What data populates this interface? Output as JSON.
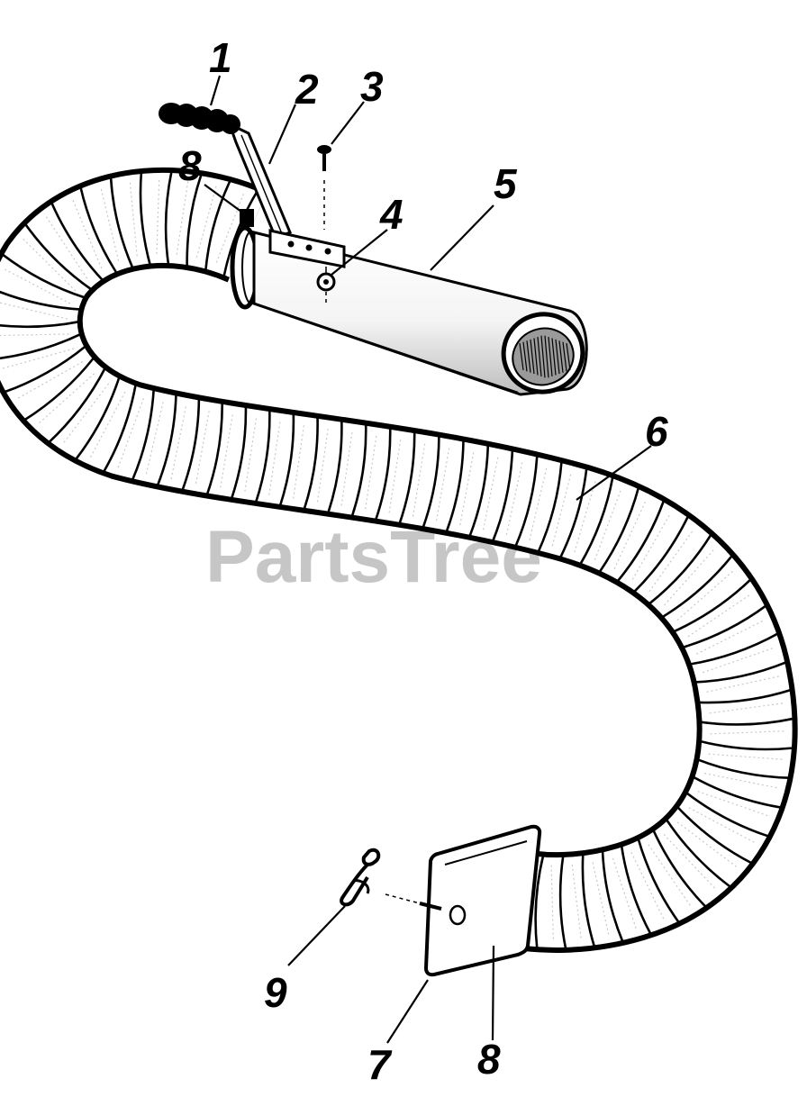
{
  "diagram": {
    "watermark": "PartsTree",
    "callouts": [
      {
        "id": "c1",
        "label": "1"
      },
      {
        "id": "c2",
        "label": "2"
      },
      {
        "id": "c3",
        "label": "3"
      },
      {
        "id": "c4",
        "label": "4"
      },
      {
        "id": "c5",
        "label": "5"
      },
      {
        "id": "c6",
        "label": "6"
      },
      {
        "id": "c7",
        "label": "7"
      },
      {
        "id": "c8a",
        "label": "8"
      },
      {
        "id": "c8b",
        "label": "8"
      },
      {
        "id": "c9",
        "label": "9"
      }
    ]
  }
}
